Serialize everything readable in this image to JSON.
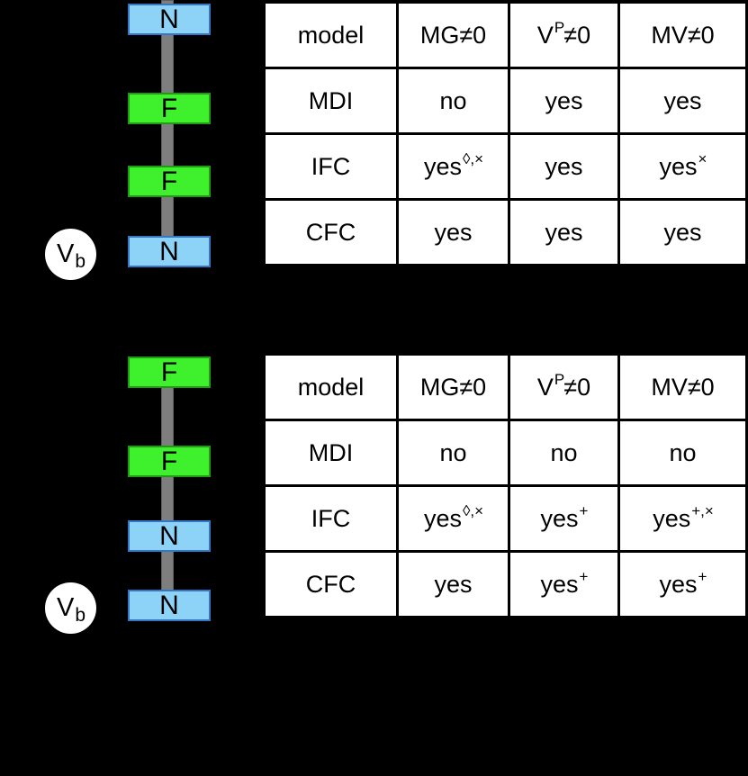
{
  "figure": {
    "background": "#000000",
    "colors": {
      "normal_layer_fill": "#8DD2F7",
      "normal_layer_border": "#3577C4",
      "ferromagnet_layer_fill": "#3EF12C",
      "ferromagnet_layer_border": "#1F9C13",
      "spacer_gray": "#7E7E7E",
      "table_background": "#FFFFFF",
      "table_border": "#000000",
      "text": "#000000"
    },
    "panels": [
      {
        "id": "top",
        "stack": {
          "layers": [
            {
              "label": "N",
              "type": "normal"
            },
            {
              "label": "F",
              "type": "ferromagnet"
            },
            {
              "label": "F",
              "type": "ferromagnet"
            },
            {
              "label": "N",
              "type": "normal"
            }
          ],
          "bias": {
            "symbol": "V",
            "subscript": "b"
          }
        },
        "table": {
          "headers": [
            {
              "base": "model",
              "sup": "",
              "post": ""
            },
            {
              "base": "MG≠0",
              "sup": "",
              "post": ""
            },
            {
              "base": "V",
              "sup": "P",
              "post": "≠0"
            },
            {
              "base": "MV≠0",
              "sup": "",
              "post": ""
            }
          ],
          "rows": [
            {
              "model": "MDI",
              "cells": [
                {
                  "base": "no",
                  "sup": ""
                },
                {
                  "base": "yes",
                  "sup": ""
                },
                {
                  "base": "yes",
                  "sup": ""
                }
              ]
            },
            {
              "model": "IFC",
              "cells": [
                {
                  "base": "yes",
                  "sup": "◊,×"
                },
                {
                  "base": "yes",
                  "sup": ""
                },
                {
                  "base": "yes",
                  "sup": "×"
                }
              ]
            },
            {
              "model": "CFC",
              "cells": [
                {
                  "base": "yes",
                  "sup": ""
                },
                {
                  "base": "yes",
                  "sup": ""
                },
                {
                  "base": "yes",
                  "sup": ""
                }
              ]
            }
          ]
        }
      },
      {
        "id": "bottom",
        "stack": {
          "layers": [
            {
              "label": "F",
              "type": "ferromagnet"
            },
            {
              "label": "F",
              "type": "ferromagnet"
            },
            {
              "label": "N",
              "type": "normal"
            },
            {
              "label": "N",
              "type": "normal"
            }
          ],
          "bias": {
            "symbol": "V",
            "subscript": "b"
          }
        },
        "table": {
          "headers": [
            {
              "base": "model",
              "sup": "",
              "post": ""
            },
            {
              "base": "MG≠0",
              "sup": "",
              "post": ""
            },
            {
              "base": "V",
              "sup": "P",
              "post": "≠0"
            },
            {
              "base": "MV≠0",
              "sup": "",
              "post": ""
            }
          ],
          "rows": [
            {
              "model": "MDI",
              "cells": [
                {
                  "base": "no",
                  "sup": ""
                },
                {
                  "base": "no",
                  "sup": ""
                },
                {
                  "base": "no",
                  "sup": ""
                }
              ]
            },
            {
              "model": "IFC",
              "cells": [
                {
                  "base": "yes",
                  "sup": "◊,×"
                },
                {
                  "base": "yes",
                  "sup": "+"
                },
                {
                  "base": "yes",
                  "sup": "+,×"
                }
              ]
            },
            {
              "model": "CFC",
              "cells": [
                {
                  "base": "yes",
                  "sup": ""
                },
                {
                  "base": "yes",
                  "sup": "+"
                },
                {
                  "base": "yes",
                  "sup": "+"
                }
              ]
            }
          ]
        }
      }
    ]
  }
}
